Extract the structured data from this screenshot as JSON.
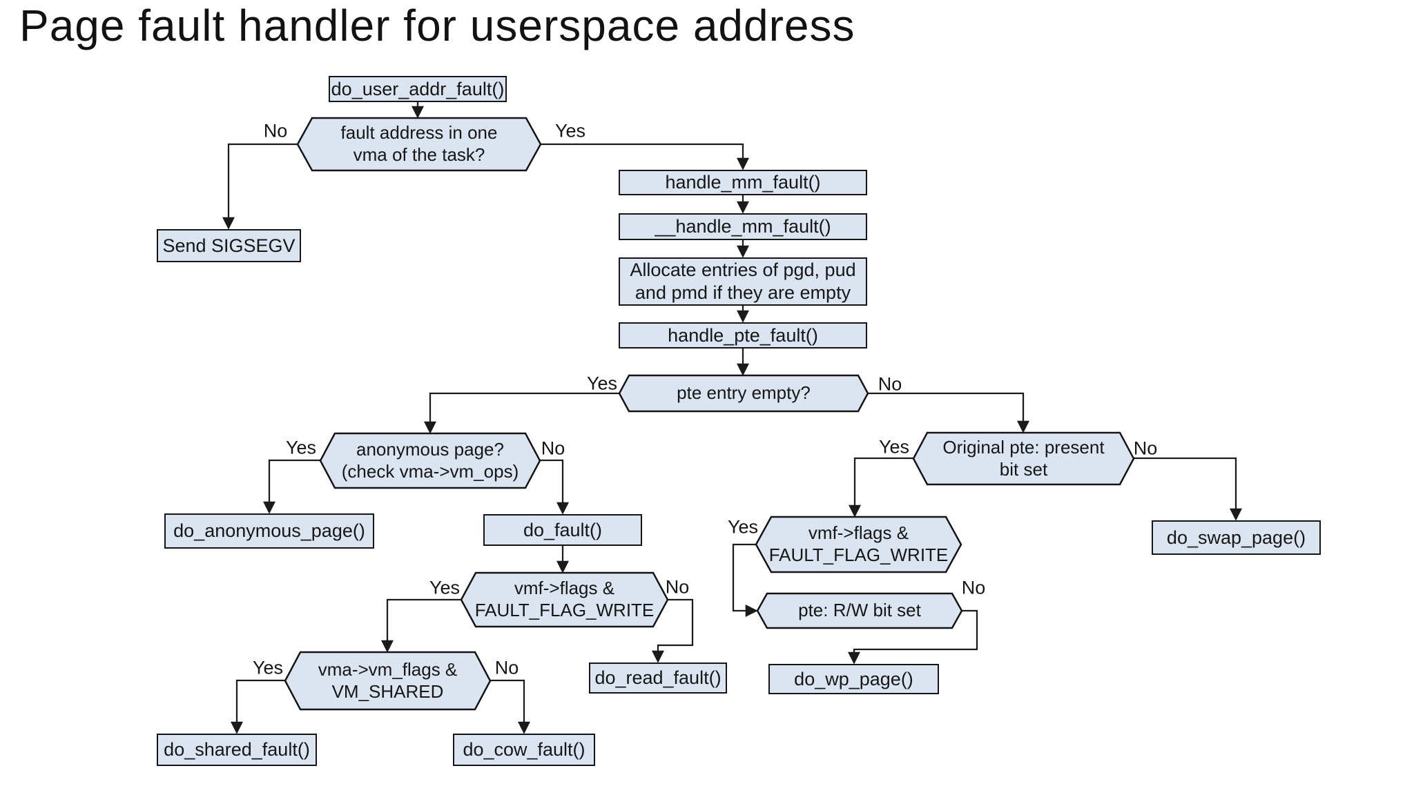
{
  "title": "Page fault handler for userspace address",
  "colors": {
    "node_fill": "#dbe5f1",
    "node_border": "#141414",
    "line": "#1a1a1a",
    "text": "#161616",
    "background": "#ffffff"
  },
  "nodes": {
    "do_user_addr_fault": {
      "type": "process",
      "label": "do_user_addr_fault()"
    },
    "fault_addr": {
      "type": "decision",
      "label": "fault address in one\nvma of the task?"
    },
    "send_sigsegv": {
      "type": "process",
      "label": "Send SIGSEGV"
    },
    "handle_mm_fault": {
      "type": "process",
      "label": "handle_mm_fault()"
    },
    "handle_mm_fault2": {
      "type": "process",
      "label": "__handle_mm_fault()"
    },
    "alloc_entries": {
      "type": "process",
      "label": "Allocate entries of pgd, pud\nand pmd if they are empty"
    },
    "handle_pte_fault": {
      "type": "process",
      "label": "handle_pte_fault()"
    },
    "pte_entry_empty": {
      "type": "decision",
      "label": "pte entry empty?"
    },
    "anon_page": {
      "type": "decision",
      "label": "anonymous page?\n(check vma->vm_ops)"
    },
    "do_anonymous_page": {
      "type": "process",
      "label": "do_anonymous_page()"
    },
    "do_fault": {
      "type": "process",
      "label": "do_fault()"
    },
    "vmf_flags_left": {
      "type": "decision",
      "label": "vmf->flags &\nFAULT_FLAG_WRITE"
    },
    "do_read_fault": {
      "type": "process",
      "label": "do_read_fault()"
    },
    "vm_shared": {
      "type": "decision",
      "label": "vma->vm_flags &\nVM_SHARED"
    },
    "do_shared_fault": {
      "type": "process",
      "label": "do_shared_fault()"
    },
    "do_cow_fault": {
      "type": "process",
      "label": "do_cow_fault()"
    },
    "orig_pte_present": {
      "type": "decision",
      "label": "Original pte: present\nbit set"
    },
    "vmf_flags_right": {
      "type": "decision",
      "label": "vmf->flags &\nFAULT_FLAG_WRITE"
    },
    "pte_rw": {
      "type": "decision",
      "label": "pte: R/W bit set"
    },
    "do_wp_page": {
      "type": "process",
      "label": "do_wp_page()"
    },
    "do_swap_page": {
      "type": "process",
      "label": "do_swap_page()"
    }
  },
  "edge_labels": {
    "fault_no": "No",
    "fault_yes": "Yes",
    "pte_empty_yes": "Yes",
    "pte_empty_no": "No",
    "anon_yes": "Yes",
    "anon_no": "No",
    "vmf_left_yes": "Yes",
    "vmf_left_no": "No",
    "vm_shared_yes": "Yes",
    "vm_shared_no": "No",
    "orig_pte_yes": "Yes",
    "orig_pte_no": "No",
    "vmf_right_yes": "Yes",
    "pte_rw_no": "No"
  }
}
